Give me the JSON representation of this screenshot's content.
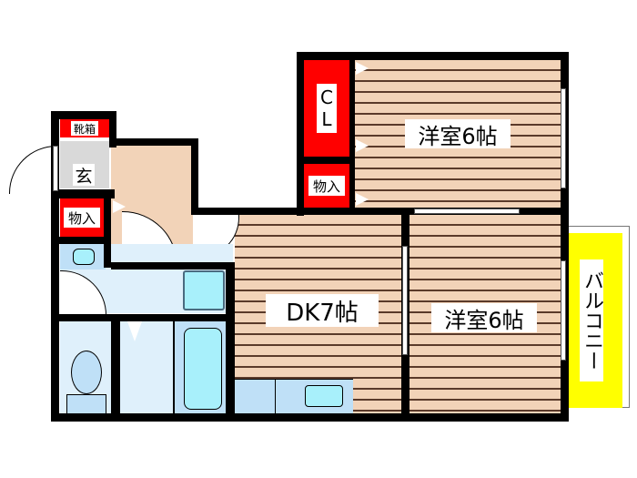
{
  "floorplan": {
    "rooms": {
      "western_room_top": {
        "label": "洋室6帖"
      },
      "western_room_bottom": {
        "label": "洋室6帖"
      },
      "dining_kitchen": {
        "label": "DK7帖"
      },
      "closet": {
        "label": "CL"
      },
      "storage_top": {
        "label": "物入"
      },
      "storage_left": {
        "label": "物入"
      },
      "shoe_box": {
        "label": "靴箱"
      },
      "entrance": {
        "label": "玄"
      },
      "balcony": {
        "label": "バルコニー"
      }
    },
    "colors": {
      "wall": "#000000",
      "floor": "#f2d3b8",
      "storage": "#ff0000",
      "balcony": "#ffff00",
      "wet_area": "#dff0fb",
      "fixture": "#a8f0fb",
      "entrance": "#d9d9d9"
    }
  }
}
